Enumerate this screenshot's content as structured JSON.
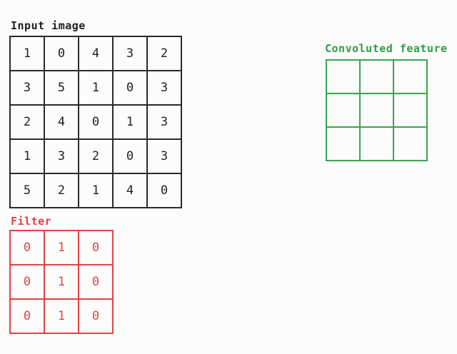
{
  "diagram": {
    "type": "convolution-illustration",
    "colors": {
      "input_grid": "#2a2a2a",
      "feature_grid": "#3aa34e",
      "filter_grid": "#e04343",
      "background": "#fcfcfc"
    },
    "input_image": {
      "label": "Input image",
      "rows": 5,
      "cols": 5,
      "values": [
        [
          "1",
          "0",
          "4",
          "3",
          "2"
        ],
        [
          "3",
          "5",
          "1",
          "0",
          "3"
        ],
        [
          "2",
          "4",
          "0",
          "1",
          "3"
        ],
        [
          "1",
          "3",
          "2",
          "0",
          "3"
        ],
        [
          "5",
          "2",
          "1",
          "4",
          "0"
        ]
      ]
    },
    "convoluted_feature": {
      "label": "Convoluted feature",
      "rows": 3,
      "cols": 3,
      "values": [
        [
          "",
          "",
          ""
        ],
        [
          "",
          "",
          ""
        ],
        [
          "",
          "",
          ""
        ]
      ]
    },
    "filter": {
      "label": "Filter",
      "rows": 3,
      "cols": 3,
      "values": [
        [
          "0",
          "1",
          "0"
        ],
        [
          "0",
          "1",
          "0"
        ],
        [
          "0",
          "1",
          "0"
        ]
      ]
    }
  }
}
